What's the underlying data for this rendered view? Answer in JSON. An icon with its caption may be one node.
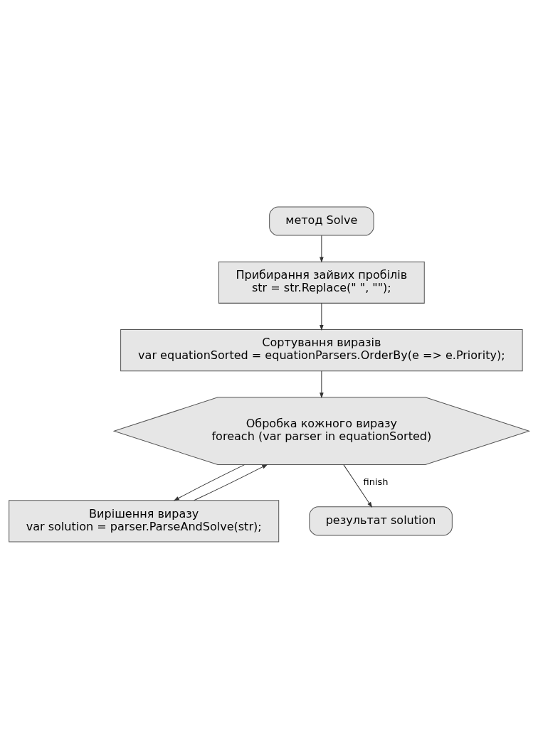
{
  "diagram": {
    "nodes": [
      {
        "text": [
          "метод Solve"
        ]
      },
      {
        "text": [
          "Прибирання зайвих пробілів",
          "str = str.Replace(\" \", \"\");"
        ]
      },
      {
        "text": [
          "Сортування виразів",
          "var equationSorted = equationParsers.OrderBy(e => e.Priority);"
        ]
      },
      {
        "text": [
          "Обробка кожного виразу",
          "foreach (var parser in equationSorted)"
        ]
      },
      {
        "text": [
          "Вирішення виразу",
          "var solution = parser.ParseAndSolve(str);"
        ]
      },
      {
        "text": [
          "результат solution"
        ]
      }
    ],
    "edges": [
      {
        "from": 0,
        "to": 1,
        "arrow": "to"
      },
      {
        "from": 1,
        "to": 2,
        "arrow": "to"
      },
      {
        "from": 2,
        "to": 3,
        "arrow": "to"
      },
      {
        "from": 3,
        "to": 4,
        "arrow": "to"
      },
      {
        "from": 4,
        "to": 3,
        "arrow": "to"
      },
      {
        "from": 3,
        "to": 5,
        "arrow": "to",
        "label": "finish"
      }
    ]
  }
}
